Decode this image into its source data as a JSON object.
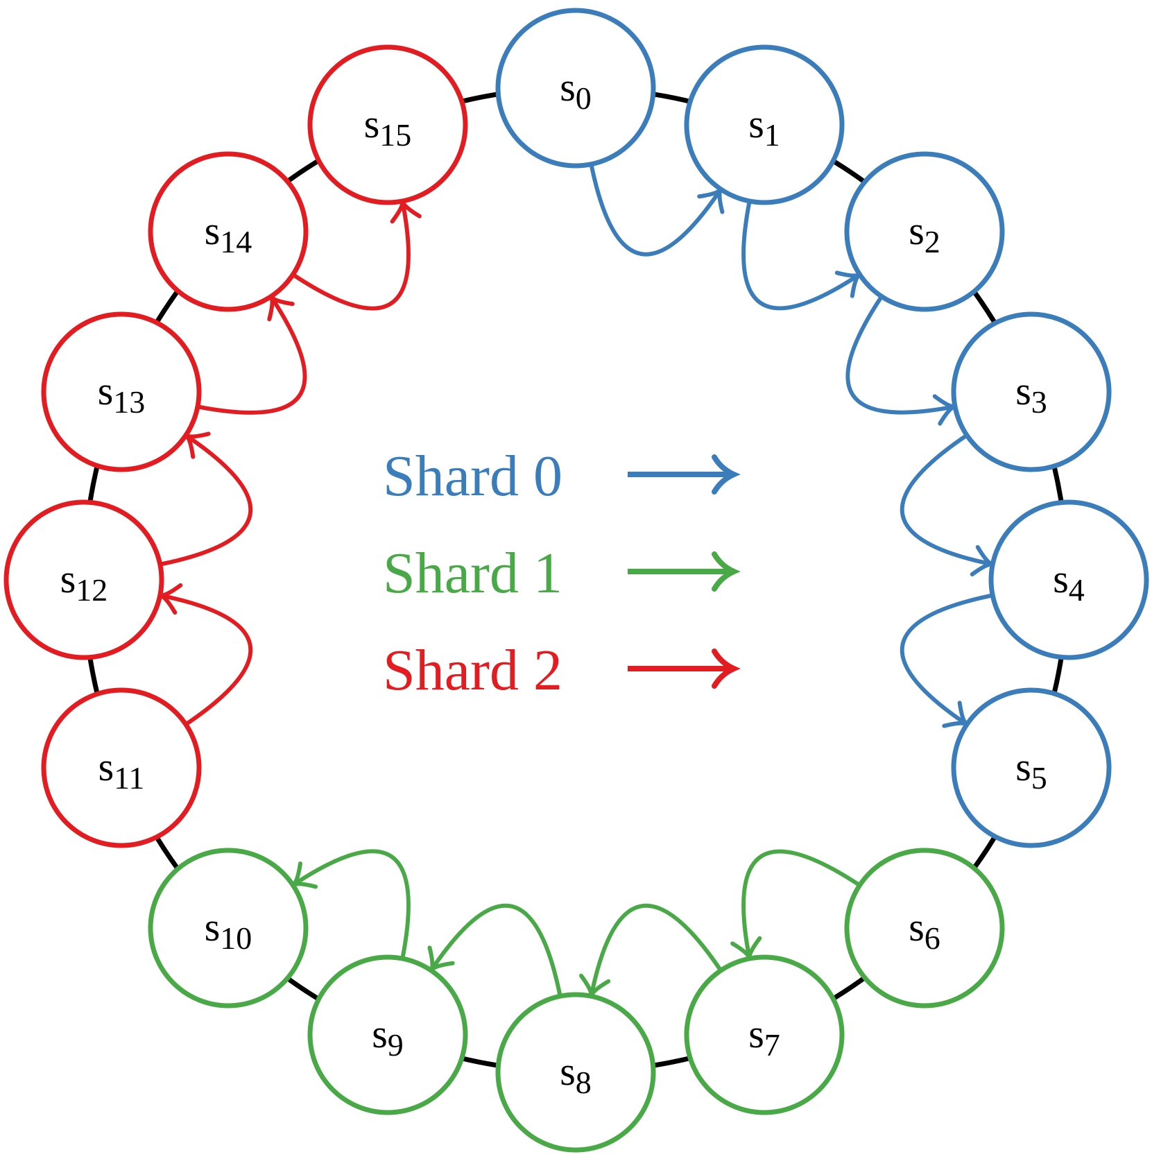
{
  "colors": {
    "ring": "#000000",
    "shard0": "#3b7dbb",
    "shard1": "#4aa947",
    "shard2": "#e31c21",
    "text": "#000000"
  },
  "servers": [
    {
      "id": "s0",
      "base": "s",
      "sub": "0",
      "shard": 0
    },
    {
      "id": "s1",
      "base": "s",
      "sub": "1",
      "shard": 0
    },
    {
      "id": "s2",
      "base": "s",
      "sub": "2",
      "shard": 0
    },
    {
      "id": "s3",
      "base": "s",
      "sub": "3",
      "shard": 0
    },
    {
      "id": "s4",
      "base": "s",
      "sub": "4",
      "shard": 0
    },
    {
      "id": "s5",
      "base": "s",
      "sub": "5",
      "shard": 0
    },
    {
      "id": "s6",
      "base": "s",
      "sub": "6",
      "shard": 1
    },
    {
      "id": "s7",
      "base": "s",
      "sub": "7",
      "shard": 1
    },
    {
      "id": "s8",
      "base": "s",
      "sub": "8",
      "shard": 1
    },
    {
      "id": "s9",
      "base": "s",
      "sub": "9",
      "shard": 1
    },
    {
      "id": "s10",
      "base": "s",
      "sub": "10",
      "shard": 1
    },
    {
      "id": "s11",
      "base": "s",
      "sub": "11",
      "shard": 2
    },
    {
      "id": "s12",
      "base": "s",
      "sub": "12",
      "shard": 2
    },
    {
      "id": "s13",
      "base": "s",
      "sub": "13",
      "shard": 2
    },
    {
      "id": "s14",
      "base": "s",
      "sub": "14",
      "shard": 2
    },
    {
      "id": "s15",
      "base": "s",
      "sub": "15",
      "shard": 2
    }
  ],
  "edges": [
    {
      "from": "s0",
      "to": "s1",
      "shard": 0
    },
    {
      "from": "s1",
      "to": "s2",
      "shard": 0
    },
    {
      "from": "s2",
      "to": "s3",
      "shard": 0
    },
    {
      "from": "s3",
      "to": "s4",
      "shard": 0
    },
    {
      "from": "s4",
      "to": "s5",
      "shard": 0
    },
    {
      "from": "s6",
      "to": "s7",
      "shard": 1
    },
    {
      "from": "s7",
      "to": "s8",
      "shard": 1
    },
    {
      "from": "s8",
      "to": "s9",
      "shard": 1
    },
    {
      "from": "s9",
      "to": "s10",
      "shard": 1
    },
    {
      "from": "s11",
      "to": "s12",
      "shard": 2
    },
    {
      "from": "s12",
      "to": "s13",
      "shard": 2
    },
    {
      "from": "s13",
      "to": "s14",
      "shard": 2
    },
    {
      "from": "s14",
      "to": "s15",
      "shard": 2
    }
  ],
  "legend": [
    {
      "label": "Shard 0",
      "shard": 0
    },
    {
      "label": "Shard 1",
      "shard": 1
    },
    {
      "label": "Shard 2",
      "shard": 2
    }
  ]
}
